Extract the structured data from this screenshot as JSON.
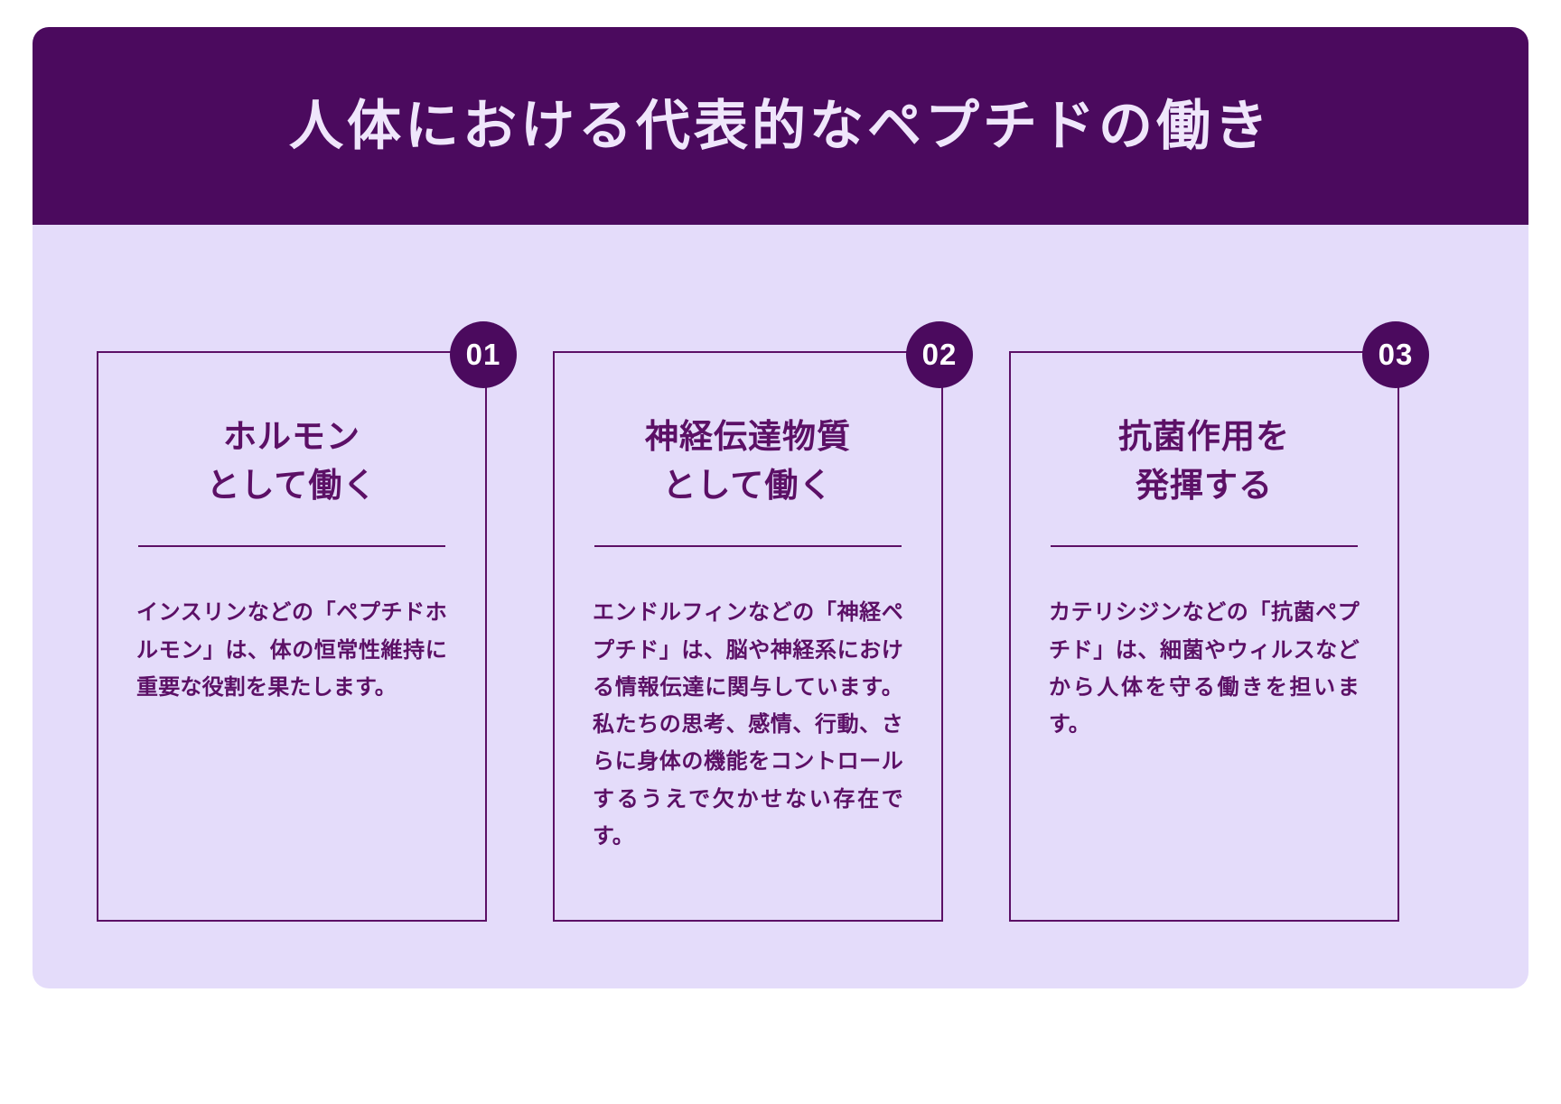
{
  "poster": {
    "title": "人体における代表的なペプチドの働き",
    "colors": {
      "header_background": "#4b0a5e",
      "body_background": "#e4dcfa",
      "accent": "#5c1066",
      "title_text": "#efe6fb",
      "page_background": "#ffffff"
    },
    "cards": [
      {
        "badge": "01",
        "heading": "ホルモン\nとして働く",
        "body": "インスリンなどの「ペプチドホルモン」は、体の恒常性維持に重要な役割を果たします。"
      },
      {
        "badge": "02",
        "heading": "神経伝達物質\nとして働く",
        "body": "エンドルフィンなどの「神経ペプチド」は、脳や神経系における情報伝達に関与しています。私たちの思考、感情、行動、さらに身体の機能をコントロールするうえで欠かせない存在です。"
      },
      {
        "badge": "03",
        "heading": "抗菌作用を\n発揮する",
        "body": "カテリシジンなどの「抗菌ペプチド」は、細菌やウィルスなどから人体を守る働きを担います。"
      }
    ]
  }
}
